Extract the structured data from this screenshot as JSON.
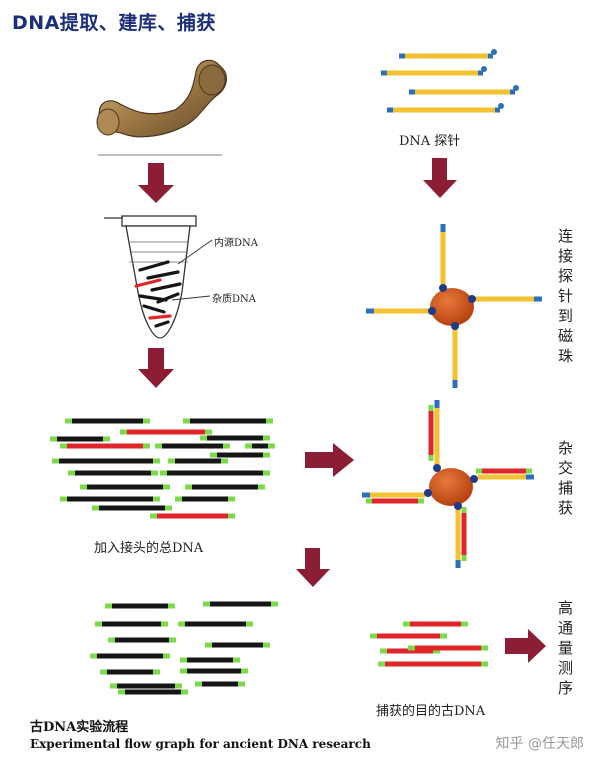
{
  "title": "DNA提取、建库、捕获",
  "probe_label": "DNA 探针",
  "endogenous_label": "内源DNA",
  "contaminant_label": "杂质DNA",
  "total_dna_label": "加入接头的总DNA",
  "target_label": "捕获的目的古DNA",
  "step_bind_probe": "连接探针到磁珠",
  "step_hybrid": "杂交捕获",
  "step_sequencing": "高通量测序",
  "caption_zh": "古DNA实验流程",
  "caption_en": "Experimental flow graph for ancient DNA research",
  "watermark": "知乎 @任天郎",
  "colors": {
    "title": "#1b2f7a",
    "arrow": "#8b1e35",
    "probe_yellow": "#f2c230",
    "probe_blue": "#2d6fb8",
    "adapter_green": "#7bd94a",
    "dna_black": "#151515",
    "dna_red": "#e0262b",
    "bead": "#c84a12"
  }
}
